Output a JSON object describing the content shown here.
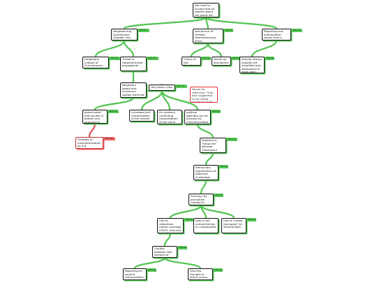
{
  "colors": {
    "link": "#52c452",
    "tag": "#58c858",
    "shadow": "#55c455",
    "red": "#e03333",
    "red_link": "#e25555"
  },
  "tag_label": "attitudes",
  "nodes": [
    {
      "id": "root",
      "text": "We need to accept that all reports about the world are biased/partial"
    },
    {
      "id": "n1",
      "text": "Neighbouring Scandinavia (Sweden etc) counterfactuals"
    },
    {
      "id": "n2",
      "text": "dominance of climate alarmist/shouty elites"
    },
    {
      "id": "n3",
      "text": "Reporting and autism/other issues from a global bias"
    },
    {
      "id": "n1a",
      "text": "Deighborly critique of Scandinavian institutions"
    },
    {
      "id": "n1b",
      "text": "Threat of rational/radical propaganda"
    },
    {
      "id": "n2a",
      "text": "Critics of the Framing"
    },
    {
      "id": "n2b",
      "text": "Denial as abundance"
    },
    {
      "id": "n3a",
      "text": "Activity always exploits the simplified and adversarial in news story choices"
    },
    {
      "id": "n4",
      "text": "Neighbour global and consensus (global warming reduction)"
    },
    {
      "id": "n5",
      "text": "Very basic crisis"
    },
    {
      "id": "red1",
      "text": "Needs for reflection: Truth was suggested to be media clever by show data"
    },
    {
      "id": "n6",
      "text": "global belief that society is broken and economy is rigged"
    },
    {
      "id": "n7",
      "text": "increased self-interpretation of the market"
    },
    {
      "id": "n8",
      "text": "An arbitrary conflicting interpretation of the same data"
    },
    {
      "id": "n9",
      "text": "political agendas can be pursued by misinterpretation (nitpicking)"
    },
    {
      "id": "red2",
      "text": "Strategy of misinterpretation by e.g. politicians"
    },
    {
      "id": "n10",
      "text": "Skepticism, \"show-me\" attitude (Foldvision) Collective \"mentality\""
    },
    {
      "id": "n11",
      "text": "democratic organisation of objective knowledge"
    },
    {
      "id": "n12",
      "text": "Framing \"by journalists needed to understand data"
    },
    {
      "id": "n13",
      "text": "Use of ubiquitous media coverage (CNTV, Internet)"
    },
    {
      "id": "n14",
      "text": "data is too overwhelming or complicated"
    },
    {
      "id": "n15",
      "text": "Use of \"media monopoly\" by Stromaulitan"
    },
    {
      "id": "n16",
      "text": "Conflict between two streams of truth"
    },
    {
      "id": "n17",
      "text": "Reporting on several interpretations"
    },
    {
      "id": "n18",
      "text": "Give the thought to direct access to reality"
    }
  ],
  "links": [
    {
      "from": "root",
      "to": "n1"
    },
    {
      "from": "root",
      "to": "n2"
    },
    {
      "from": "root",
      "to": "n3"
    },
    {
      "from": "n1",
      "to": "n1a"
    },
    {
      "from": "n1",
      "to": "n1b"
    },
    {
      "from": "n2",
      "to": "n2a"
    },
    {
      "from": "n2",
      "to": "n2b"
    },
    {
      "from": "n3",
      "to": "n3a"
    },
    {
      "from": "n1b",
      "to": "n4"
    },
    {
      "from": "n4",
      "to": "n5"
    },
    {
      "from": "n4",
      "to": "n6"
    },
    {
      "from": "n5",
      "to": "n7"
    },
    {
      "from": "n5",
      "to": "n8"
    },
    {
      "from": "n5",
      "to": "n9"
    },
    {
      "from": "n6",
      "to": "red2",
      "red": true
    },
    {
      "from": "n9",
      "to": "n10"
    },
    {
      "from": "n10",
      "to": "n11"
    },
    {
      "from": "n11",
      "to": "n12"
    },
    {
      "from": "n12",
      "to": "n13"
    },
    {
      "from": "n12",
      "to": "n14"
    },
    {
      "from": "n12",
      "to": "n15"
    },
    {
      "from": "n13",
      "to": "n16"
    },
    {
      "from": "n16",
      "to": "n17"
    },
    {
      "from": "n16",
      "to": "n18"
    }
  ]
}
